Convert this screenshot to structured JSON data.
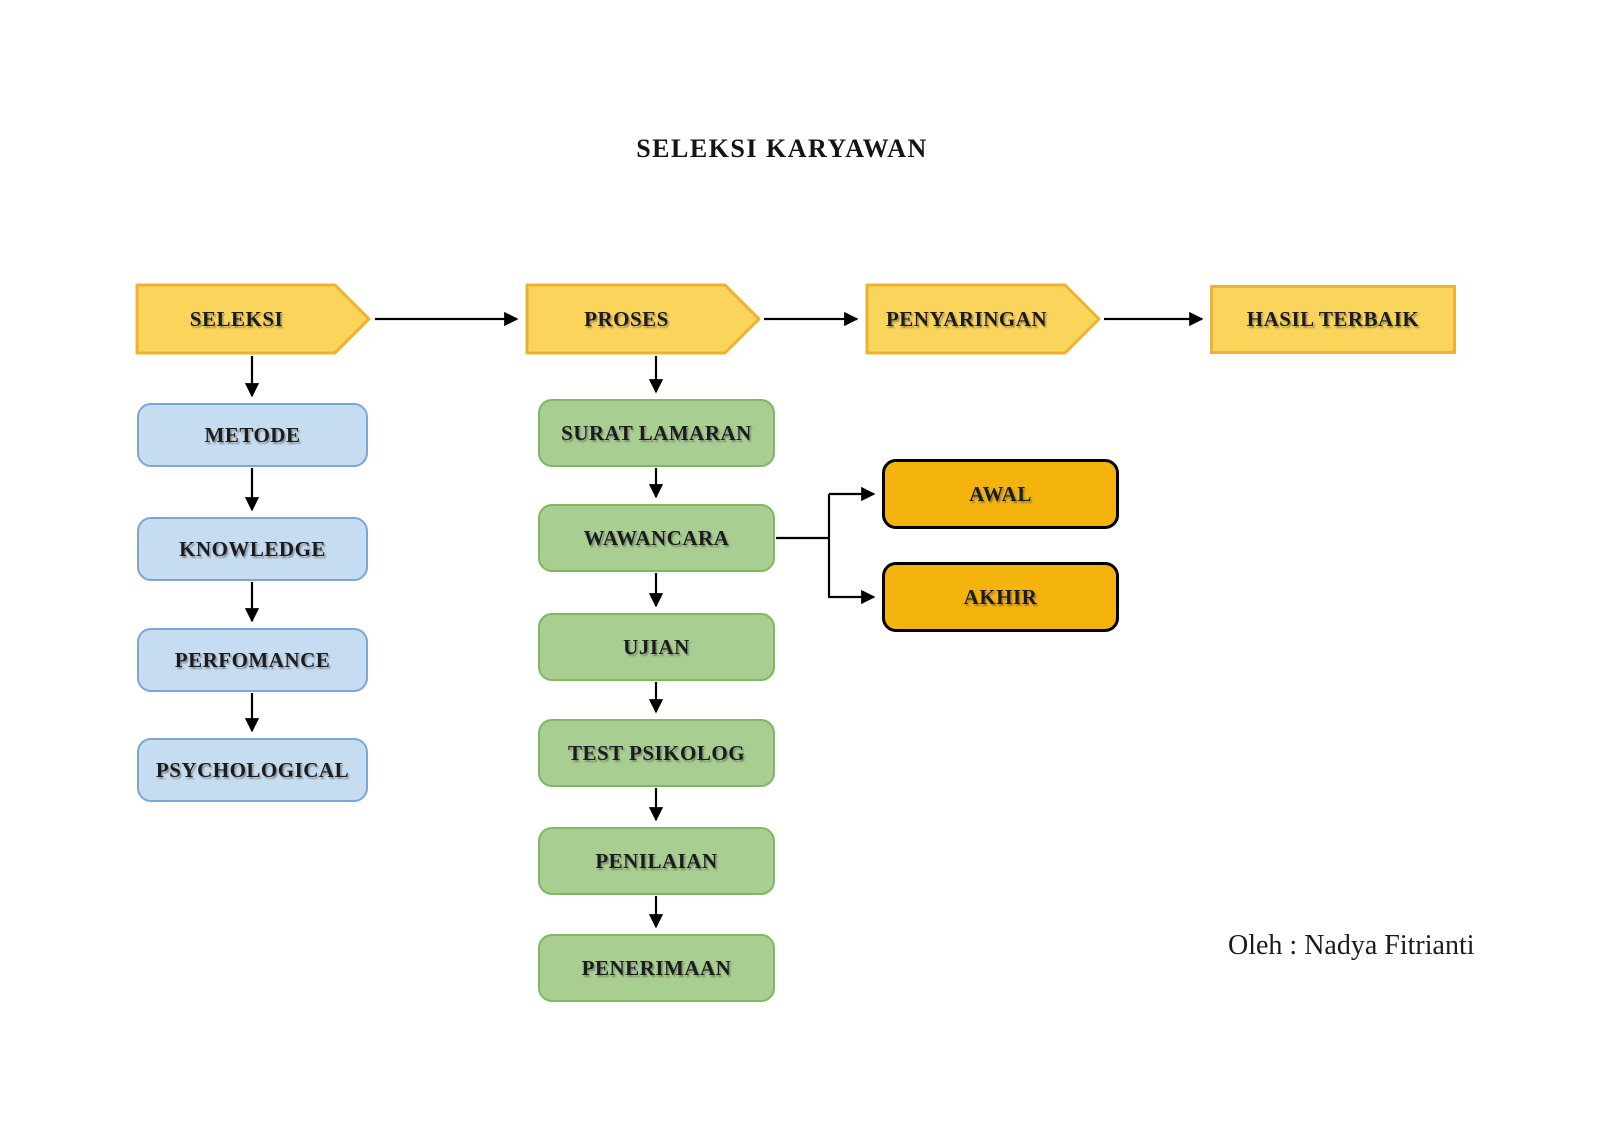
{
  "diagram": {
    "title": "SELEKSI KARYAWAN",
    "credit": "Oleh : Nadya Fitrianti",
    "top_row": [
      {
        "label": "SELEKSI",
        "shape": "pentagon-arrow"
      },
      {
        "label": "PROSES",
        "shape": "pentagon-arrow"
      },
      {
        "label": "PENYARINGAN",
        "shape": "pentagon-arrow"
      },
      {
        "label": "HASIL TERBAIK",
        "shape": "rectangle"
      }
    ],
    "seleksi_column": [
      {
        "label": "METODE"
      },
      {
        "label": "KNOWLEDGE"
      },
      {
        "label": "PERFOMANCE"
      },
      {
        "label": "PSYCHOLOGICAL"
      }
    ],
    "proses_column": [
      {
        "label": "SURAT LAMARAN"
      },
      {
        "label": "WAWANCARA"
      },
      {
        "label": "UJIAN"
      },
      {
        "label": "TEST PSIKOLOG"
      },
      {
        "label": "PENILAIAN"
      },
      {
        "label": "PENERIMAAN"
      }
    ],
    "wawancara_branch": [
      {
        "label": "AWAL"
      },
      {
        "label": "AKHIR"
      }
    ],
    "connections": [
      {
        "from": "SELEKSI",
        "to": "PROSES"
      },
      {
        "from": "PROSES",
        "to": "PENYARINGAN"
      },
      {
        "from": "PENYARINGAN",
        "to": "HASIL TERBAIK"
      },
      {
        "from": "SELEKSI",
        "to": "METODE"
      },
      {
        "from": "METODE",
        "to": "KNOWLEDGE"
      },
      {
        "from": "KNOWLEDGE",
        "to": "PERFOMANCE"
      },
      {
        "from": "PERFOMANCE",
        "to": "PSYCHOLOGICAL"
      },
      {
        "from": "PROSES",
        "to": "SURAT LAMARAN"
      },
      {
        "from": "SURAT LAMARAN",
        "to": "WAWANCARA"
      },
      {
        "from": "WAWANCARA",
        "to": "UJIAN"
      },
      {
        "from": "UJIAN",
        "to": "TEST PSIKOLOG"
      },
      {
        "from": "TEST PSIKOLOG",
        "to": "PENILAIAN"
      },
      {
        "from": "PENILAIAN",
        "to": "PENERIMAAN"
      },
      {
        "from": "WAWANCARA",
        "to": "AWAL"
      },
      {
        "from": "WAWANCARA",
        "to": "AKHIR"
      }
    ],
    "colors": {
      "pentagon_fill": "#FBD45C",
      "pentagon_border": "#EFB22E",
      "blue_fill": "#C6DCF0",
      "blue_border": "#7CA6D8",
      "green_fill": "#A8CE92",
      "green_border": "#81B763",
      "orange_fill": "#F5B30D",
      "orange_border": "#000000",
      "connector": "#000000"
    }
  }
}
